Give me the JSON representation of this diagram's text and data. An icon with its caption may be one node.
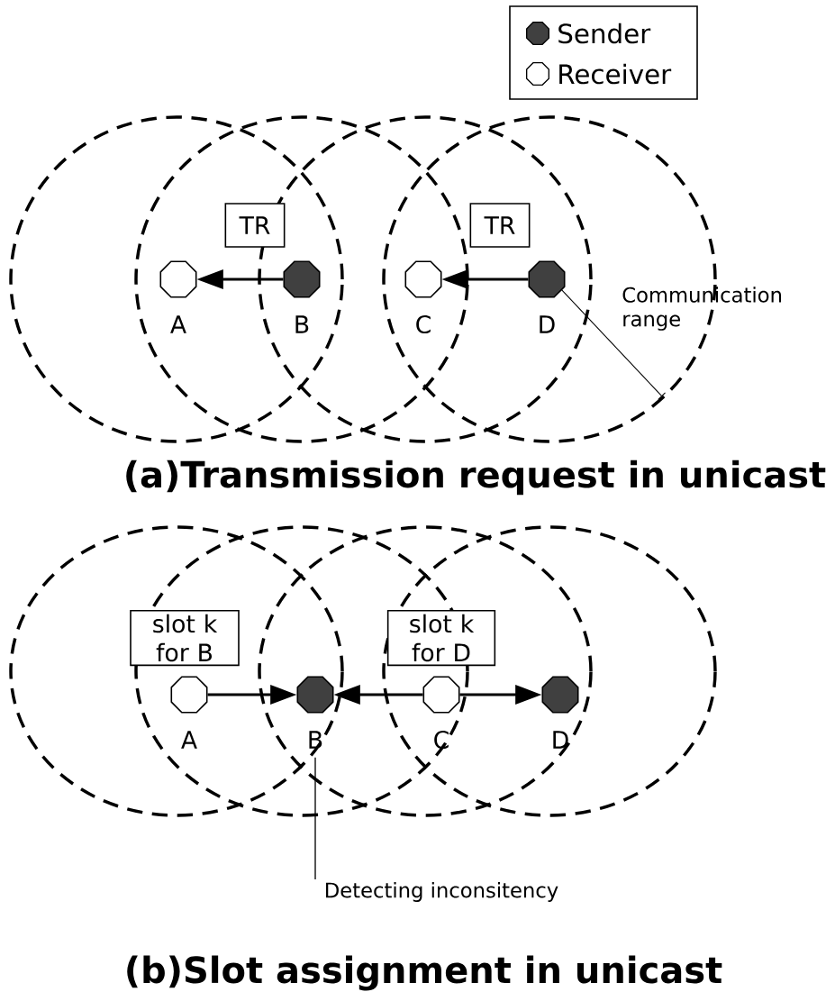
{
  "diagram": {
    "nodes": [
      {
        "text": [],
        "shape": "circle",
        "beside": [
          "A"
        ]
      },
      {
        "text": [],
        "shape": "circle",
        "beside": [
          "B"
        ]
      },
      {
        "text": [],
        "shape": "circle",
        "beside": [
          "C"
        ]
      },
      {
        "text": [],
        "shape": "circle",
        "beside": [
          "D"
        ]
      },
      {
        "text": [
          "TR"
        ]
      },
      {
        "text": [
          "TR"
        ]
      },
      {
        "text": [],
        "shape": "circle",
        "beside": [
          "A"
        ]
      },
      {
        "text": [],
        "shape": "circle",
        "beside": [
          "B"
        ]
      },
      {
        "text": [],
        "shape": "circle",
        "beside": [
          "C"
        ]
      },
      {
        "text": [],
        "shape": "circle",
        "beside": [
          "D"
        ]
      },
      {
        "text": [
          "slot k for B"
        ]
      },
      {
        "text": [
          "slot k for D"
        ]
      },
      {
        "text": [
          "Detecting inconsitency"
        ]
      }
    ],
    "edges": [
      {
        "from": 1,
        "to": 0,
        "arrow": "to"
      },
      {
        "from": 3,
        "to": 2,
        "arrow": "to"
      },
      {
        "from": 6,
        "to": 7,
        "arrow": "to"
      },
      {
        "from": 8,
        "to": 7,
        "arrow": "to"
      },
      {
        "from": 8,
        "to": 9,
        "arrow": "to"
      },
      {
        "from": 12,
        "to": 7,
        "arrow": "none"
      }
    ],
    "labels": [
      "Communication range",
      "(a)Transmission request in unicast",
      "(b)Slot assignment  in unicast"
    ],
    "legend": [
      {
        "text": "Sender"
      },
      {
        "text": "Receiver"
      }
    ]
  }
}
